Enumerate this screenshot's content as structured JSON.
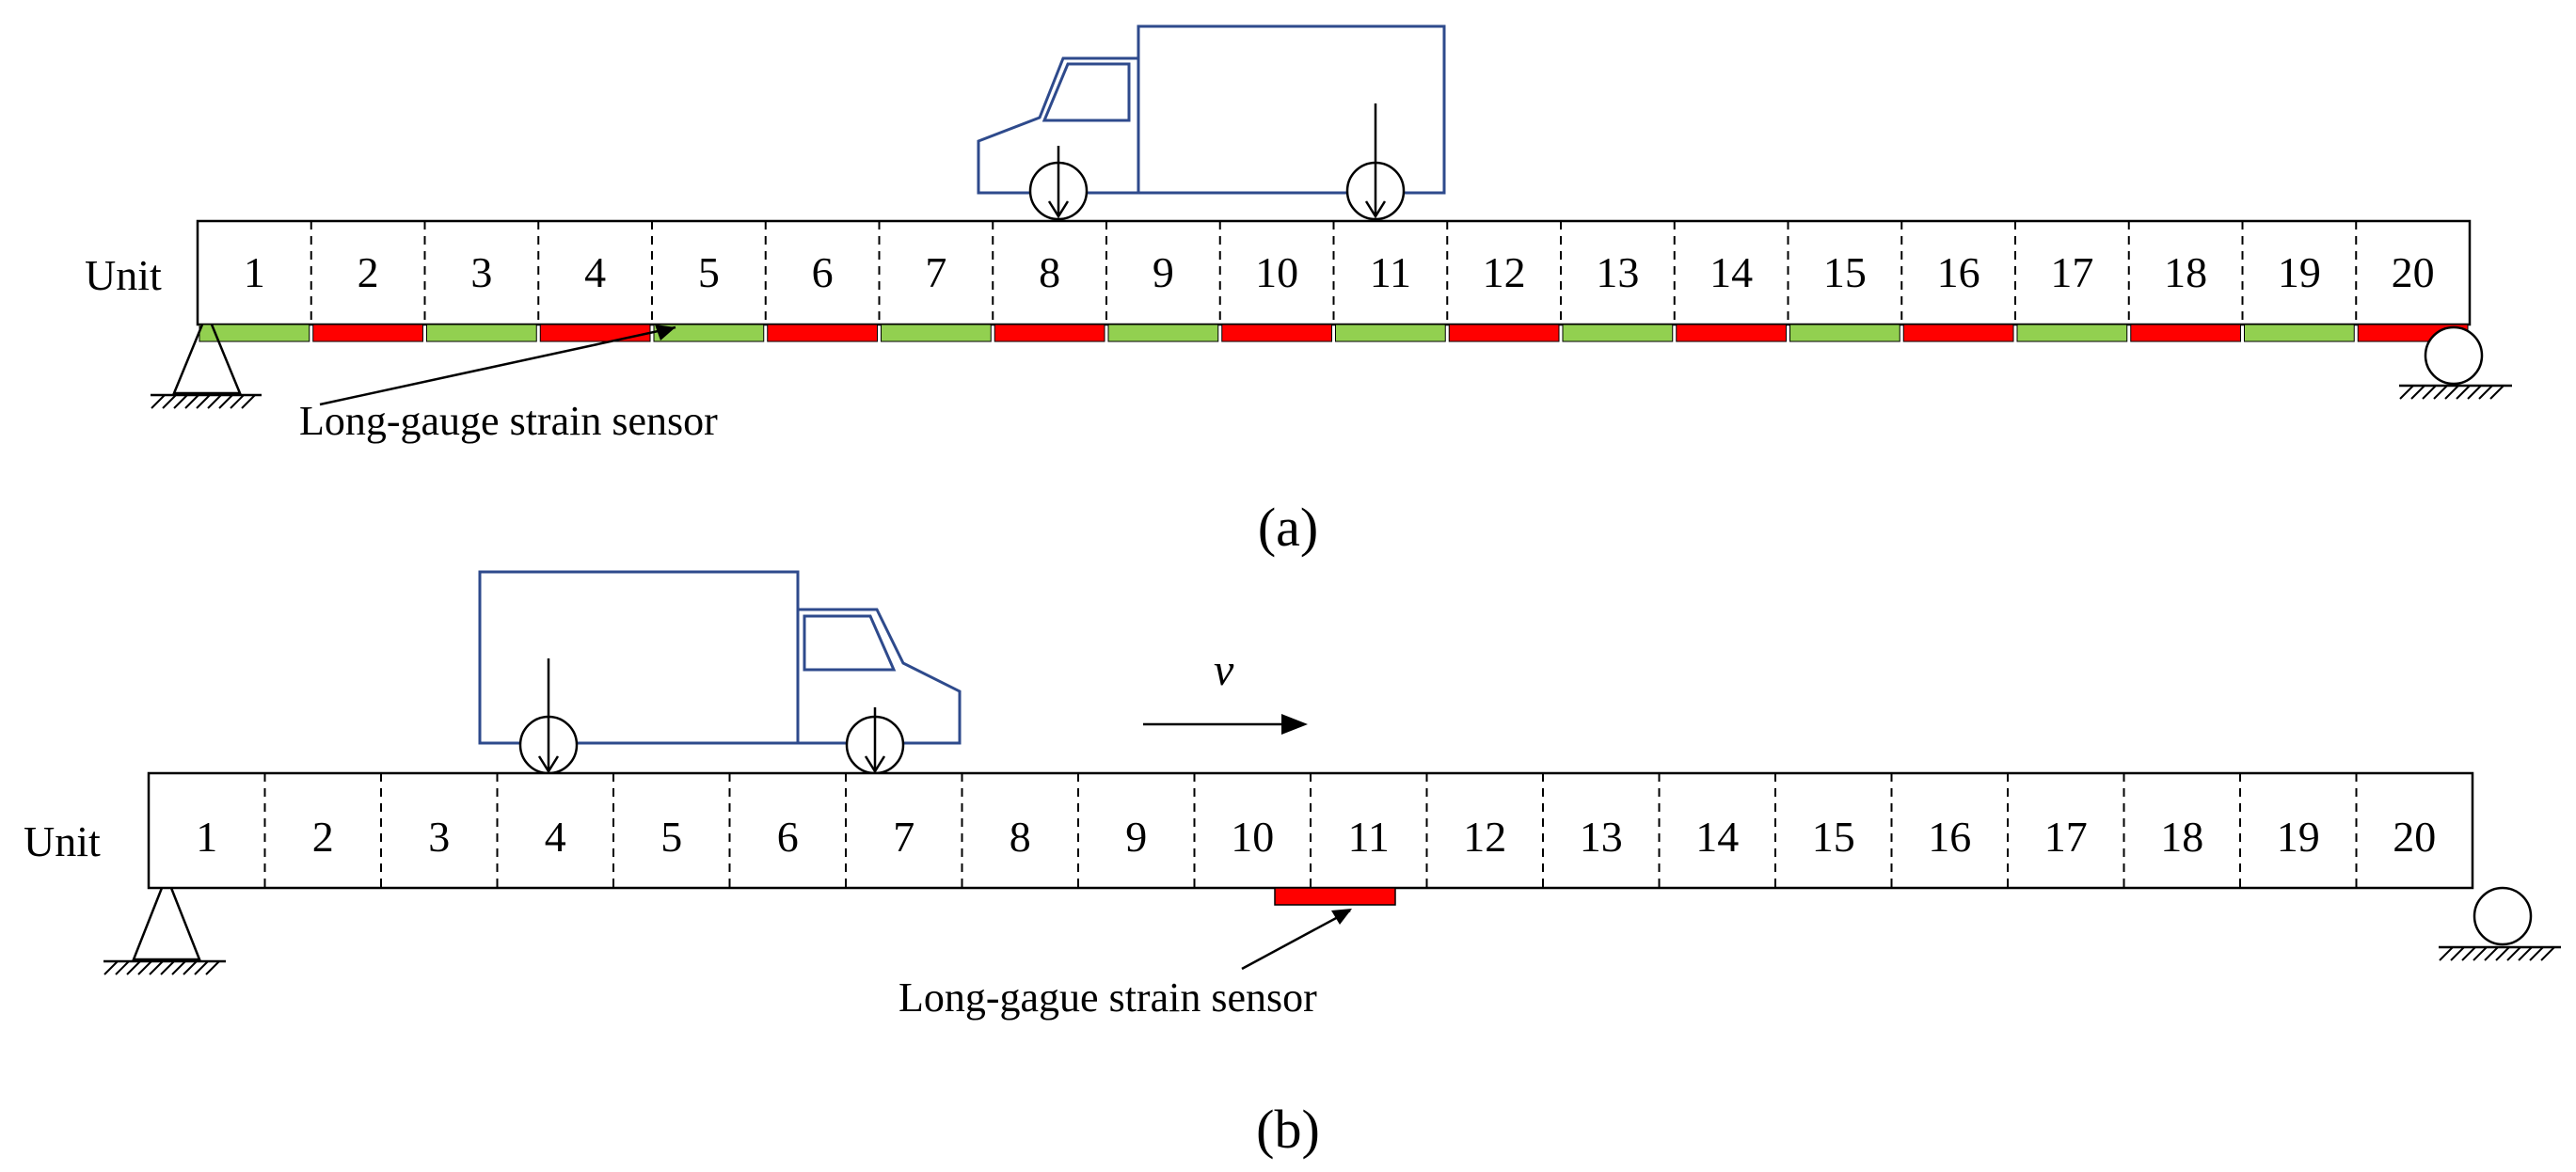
{
  "panel_a": {
    "unit_word": "Unit",
    "units": [
      "1",
      "2",
      "3",
      "4",
      "5",
      "6",
      "7",
      "8",
      "9",
      "10",
      "11",
      "12",
      "13",
      "14",
      "15",
      "16",
      "17",
      "18",
      "19",
      "20"
    ],
    "sensor_label": "Long-gauge strain sensor",
    "caption": "(a)",
    "sensor_colors": [
      "#92d050",
      "#ff0000"
    ]
  },
  "panel_b": {
    "unit_word": "Unit",
    "units": [
      "1",
      "2",
      "3",
      "4",
      "5",
      "6",
      "7",
      "8",
      "9",
      "10",
      "11",
      "12",
      "13",
      "14",
      "15",
      "16",
      "17",
      "18",
      "19",
      "20"
    ],
    "sensor_label": "Long-gague strain sensor",
    "velocity_label": "v",
    "caption": "(b)",
    "sensor_color": "#ff0000"
  },
  "colors": {
    "truck_outline": "#2e4a8c",
    "sensor_green": "#92d050",
    "sensor_red": "#ff0000"
  }
}
